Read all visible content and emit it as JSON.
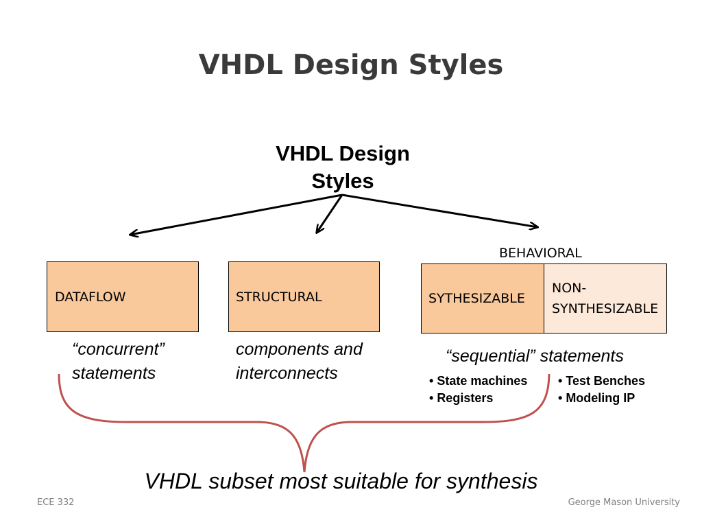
{
  "slide": {
    "title": "VHDL Design Styles",
    "footer_left": "ECE 332",
    "footer_right": "George Mason University"
  },
  "diagram": {
    "root_label_line1": "VHDL Design",
    "root_label_line2": "Styles",
    "behavioral_label": "BEHAVIORAL",
    "boxes": {
      "dataflow": "DATAFLOW",
      "structural": "STRUCTURAL",
      "synthesizable": "SYTHESIZABLE",
      "non_synth_line1": "NON-",
      "non_synth_line2": "SYNTHESIZABLE"
    },
    "captions": {
      "dataflow_line1": "“concurrent”",
      "dataflow_line2": "statements",
      "structural_line1": "components and",
      "structural_line2": "interconnects",
      "behavioral": "“sequential” statements"
    },
    "synth_bullets": [
      "State machines",
      "Registers"
    ],
    "nonsynth_bullets": [
      "Test Benches",
      "Modeling IP"
    ],
    "synthesis_caption": "VHDL subset most suitable for synthesis"
  },
  "colors": {
    "box_fill": "#f9c89b",
    "box_fill_light": "#fde9d9",
    "brace": "#c0504d",
    "title": "#3a3a3a",
    "footer": "#7f7f7f"
  }
}
